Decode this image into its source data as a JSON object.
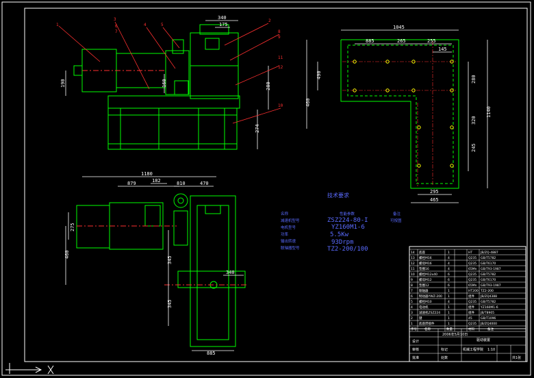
{
  "colors": {
    "background": "#000000",
    "frame": "#ffffff",
    "geometry": "#00ff00",
    "dimension": "#ffffff",
    "leader": "#ff3030",
    "centerline": "#ff3030",
    "hole": "#ffff00",
    "spec_text": "#5a6bff"
  },
  "front_view": {
    "dims": [
      "340",
      "175",
      "190",
      "160",
      "280",
      "274"
    ],
    "balloons": [
      "1",
      "2",
      "3",
      "4",
      "5",
      "6",
      "7",
      "8",
      "9",
      "10",
      "11",
      "12"
    ]
  },
  "foundation_plan": {
    "dims": [
      "1045",
      "885",
      "265",
      "255",
      "145",
      "490",
      "280",
      "320",
      "1140",
      "460",
      "245",
      "295",
      "465"
    ]
  },
  "top_view": {
    "dims": [
      "1180",
      "879",
      "182",
      "810",
      "470",
      "275",
      "460",
      "345",
      "340",
      "345",
      "885"
    ]
  },
  "tech_requirements": {
    "title": "技术要求",
    "left_labels": [
      "名称",
      "减速机型号",
      "电机型号",
      "功率",
      "输出转速",
      "联轴器型号"
    ],
    "mid_header": "性能参数",
    "right_header": "备注",
    "right_note": "可按图",
    "values": [
      "ZSZ224-80-I",
      "YZ160M1-6",
      "5.5Kw",
      "93Drpm",
      "TZ2-200/100"
    ]
  },
  "parts_list": {
    "rows": [
      {
        "no": "14",
        "name": "底座",
        "qty": "1",
        "mat": "HT",
        "std": "JB/ZQ-4887"
      },
      {
        "no": "13",
        "name": "螺栓M16",
        "qty": "4",
        "mat": "Q235",
        "std": "GB/T5782"
      },
      {
        "no": "12",
        "name": "螺母M16",
        "qty": "4",
        "mat": "Q235",
        "std": "GB/T6170"
      },
      {
        "no": "11",
        "name": "垫圈16",
        "qty": "4",
        "mat": "65Mn",
        "std": "GB/T93-1987"
      },
      {
        "no": "10",
        "name": "螺栓M12x40",
        "qty": "6",
        "mat": "Q235",
        "std": "GB/T5782"
      },
      {
        "no": "9",
        "name": "螺母M12",
        "qty": "6",
        "mat": "Q235",
        "std": "GB/T6170"
      },
      {
        "no": "8",
        "name": "垫圈12",
        "qty": "6",
        "mat": "65Mn",
        "std": "GB/T93-1987"
      },
      {
        "no": "7",
        "name": "联轴器",
        "qty": "1",
        "mat": "HT200",
        "std": "TZ2-200"
      },
      {
        "no": "6",
        "name": "制动器YWZ-200",
        "qty": "1",
        "mat": "组件",
        "std": "JB/ZQ4388"
      },
      {
        "no": "5",
        "name": "螺栓M10",
        "qty": "4",
        "mat": "Q235",
        "std": "GB/T5782"
      },
      {
        "no": "4",
        "name": "电动机",
        "qty": "1",
        "mat": "组件",
        "std": "YZ160M1-6"
      },
      {
        "no": "3",
        "name": "减速机ZSZ224",
        "qty": "1",
        "mat": "组件",
        "std": "JB/T8905"
      },
      {
        "no": "2",
        "name": "键",
        "qty": "1",
        "mat": "45",
        "std": "GB/T1096"
      },
      {
        "no": "1",
        "name": "底座焊接件",
        "qty": "1",
        "mat": "Q235",
        "std": "JB/ZQ4000"
      }
    ],
    "header": [
      "序号",
      "名称",
      "数量",
      "材料",
      "备注"
    ]
  },
  "title_block": {
    "date": "2006年5月10日",
    "drawing_name": "驱动装置",
    "scale": "1:10",
    "sheet": "共1张",
    "school": "机械工程学院",
    "labels": [
      "设计",
      "审核",
      "批准",
      "标记",
      "处数"
    ]
  }
}
